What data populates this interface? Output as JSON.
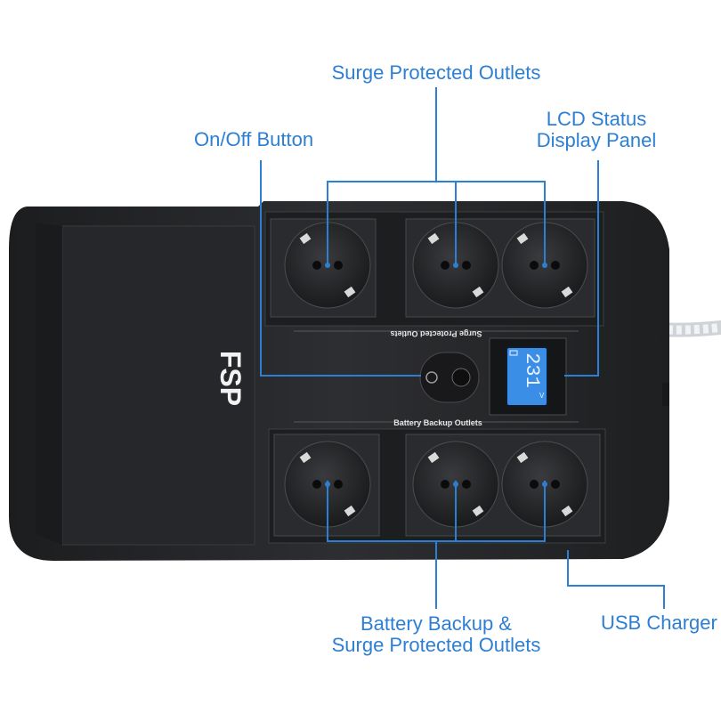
{
  "callouts": {
    "surge_protected": "Surge Protected Outlets",
    "lcd_line1": "LCD Status",
    "lcd_line2": "Display Panel",
    "on_off": "On/Off Button",
    "backup_line1": "Battery Backup &",
    "backup_line2": "Surge Protected Outlets",
    "usb": "USB Charger"
  },
  "device": {
    "brand": "FSP",
    "panel_label_top": "Surge Protected Outlets",
    "panel_label_bottom": "Battery Backup Outlets",
    "lcd_reading": "231",
    "lcd_unit": "V"
  },
  "colors": {
    "accent": "#2d7fd3",
    "body": "#2b2c2e",
    "lcd": "#3b8ee6"
  }
}
